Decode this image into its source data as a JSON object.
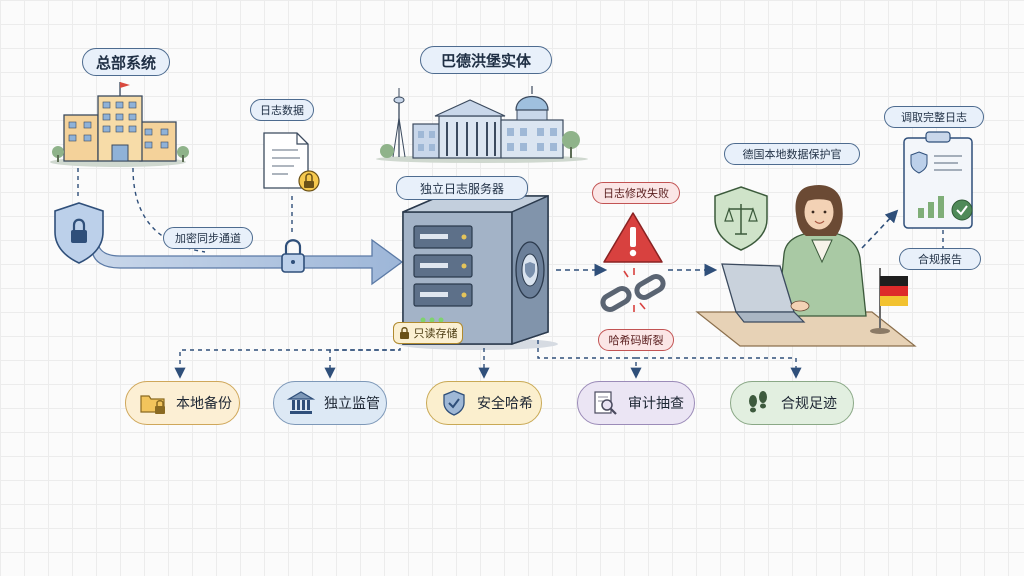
{
  "labels": {
    "hq_system": "总部系统",
    "baden_entity": "巴德洪堡实体",
    "log_data": "日志数据",
    "encrypted_channel": "加密同步通道",
    "log_server": "独立日志服务器",
    "modify_failed": "日志修改失败",
    "hash_broken": "哈希码断裂",
    "readonly_storage": "只读存储",
    "dpo": "德国本地数据保护官",
    "retrieve_logs": "调取完整日志",
    "compliance_report": "合规报告"
  },
  "features": [
    {
      "label": "本地备份",
      "icon": "folder-lock-icon"
    },
    {
      "label": "独立监管",
      "icon": "institution-icon"
    },
    {
      "label": "安全哈希",
      "icon": "shield-check-icon"
    },
    {
      "label": "审计抽查",
      "icon": "magnifier-document-icon"
    },
    {
      "label": "合规足迹",
      "icon": "footprints-icon"
    }
  ],
  "colors": {
    "arrow_blue": "#a9bfdd",
    "dashed_line": "#2f4f7a",
    "alert_red": "#d8413f",
    "flag_black": "#1e1e1e",
    "flag_red": "#dd2a2a",
    "flag_gold": "#f2c230"
  }
}
